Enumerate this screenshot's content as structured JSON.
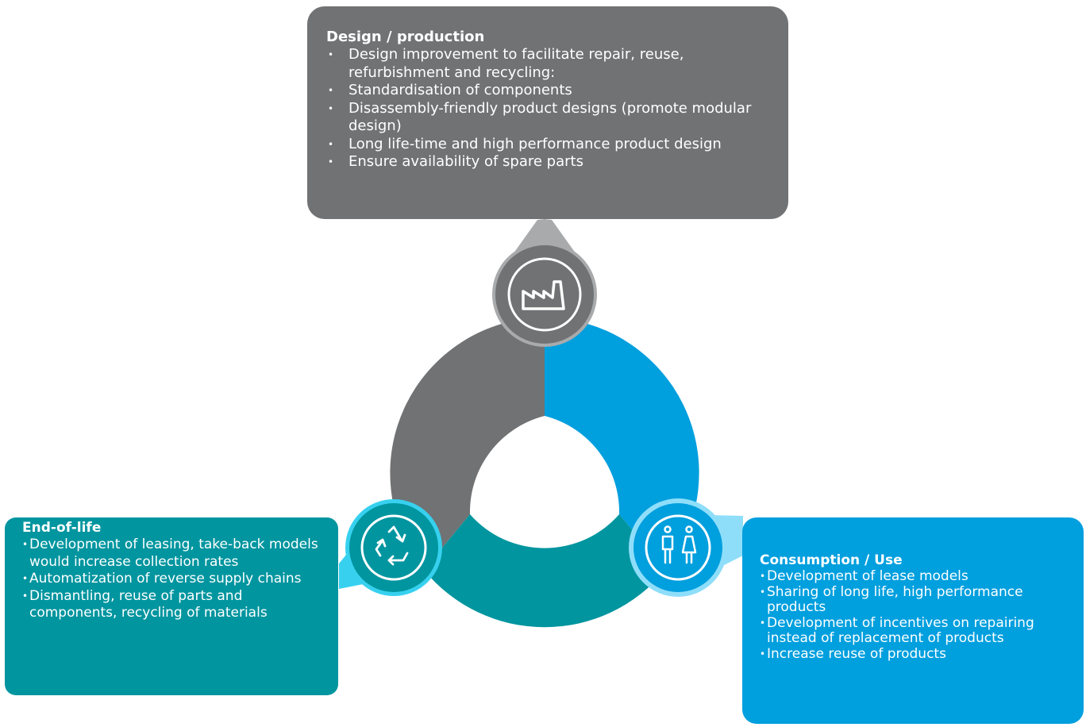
{
  "stages": {
    "design": {
      "title": "Design / production",
      "items": [
        "Design improvement to facilitate repair, reuse, refurbishment and  recycling:",
        "Standardisation of components",
        "Disassembly-friendly product designs (promote modular design)",
        "Long life-time and high performance product design",
        "Ensure availability of spare parts"
      ],
      "icon": "factory-icon",
      "color": "#707274"
    },
    "end_of_life": {
      "title": "End-of-life",
      "items": [
        "Development of leasing, take-back models would increase collection rates",
        "Automatization of reverse supply chains",
        "Dismantling, reuse of parts and components, recycling of materials"
      ],
      "icon": "recycle-icon",
      "color": "#00959f"
    },
    "consumption": {
      "title": "Consumption / Use",
      "items": [
        "Development of lease models",
        "Sharing of long life, high performance products",
        "Development of incentives on repairing instead of replacement of products",
        "Increase reuse of products"
      ],
      "icon": "people-icon",
      "color": "#009fde"
    }
  }
}
